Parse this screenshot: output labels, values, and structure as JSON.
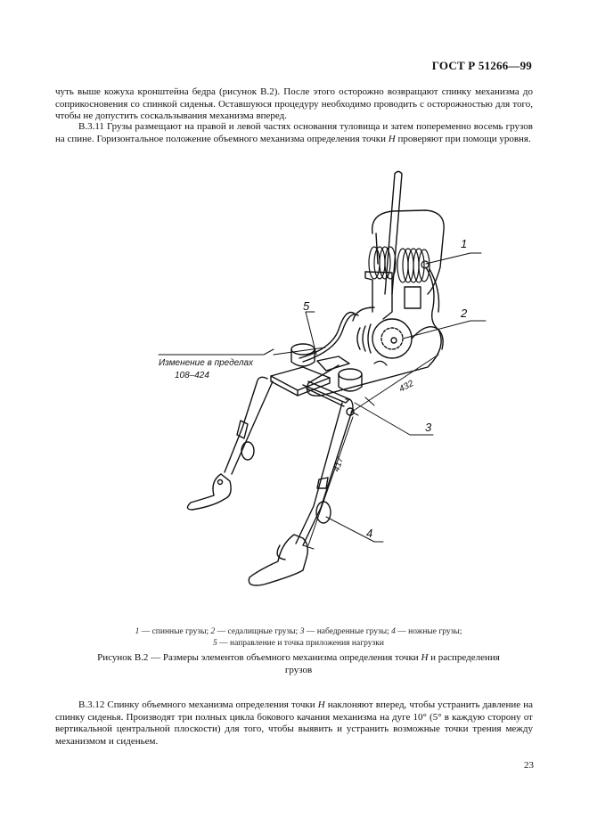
{
  "header": {
    "doc_id": "ГОСТ Р 51266—99"
  },
  "paragraphs": {
    "p1": "чуть выше кожуха кронштейна бедра (рисунок В.2). После этого осторожно возвращают спинку механизма до соприкосновения со спинкой сиденья. Оставшуюся процедуру необходимо проводить с осторожностью для того, чтобы не допустить соскальзывания механизма  вперед.",
    "p2_prefix": "В.3.11 Грузы размещают на правой и левой частях основания туловища и затем попеременно восемь грузов на спине. Горизонтальное положение объемного механизма определения точки ",
    "p2_var": "H",
    "p2_suffix": " проверяют при помощи уровня.",
    "p3_prefix": "В.3.12 Спинку объемного механизма определения точки ",
    "p3_var": "H",
    "p3_suffix": " наклоняют вперед, чтобы устранить давление на спинку сиденья. Производят три полных цикла  бокового качания механизма на дуге 10° (5° в каждую сторону от вертикальной центральной плоскости) для того, чтобы выявить и устранить возможные точки трения между механизмом и сиденьем."
  },
  "figure": {
    "annotation_line1": "Изменение в пределах",
    "annotation_line2": "108–424",
    "dim_432": "432",
    "dim_417": "417",
    "labels": [
      "1",
      "2",
      "3",
      "4",
      "5"
    ]
  },
  "legend": {
    "items": [
      {
        "num": "1",
        "text": " — спинные грузы;  "
      },
      {
        "num": "2",
        "text": " — седалищные грузы; "
      },
      {
        "num": "3",
        "text": " — набедренные грузы; "
      },
      {
        "num": "4",
        "text": " — ножные грузы;"
      },
      {
        "num": "5",
        "text": " — направление и точка приложения нагрузки"
      }
    ]
  },
  "caption": {
    "prefix": "Рисунок В.2 — Размеры элементов объемного механизма определения точки ",
    "var": "H",
    "suffix": " и распределения грузов"
  },
  "page_number": "23"
}
